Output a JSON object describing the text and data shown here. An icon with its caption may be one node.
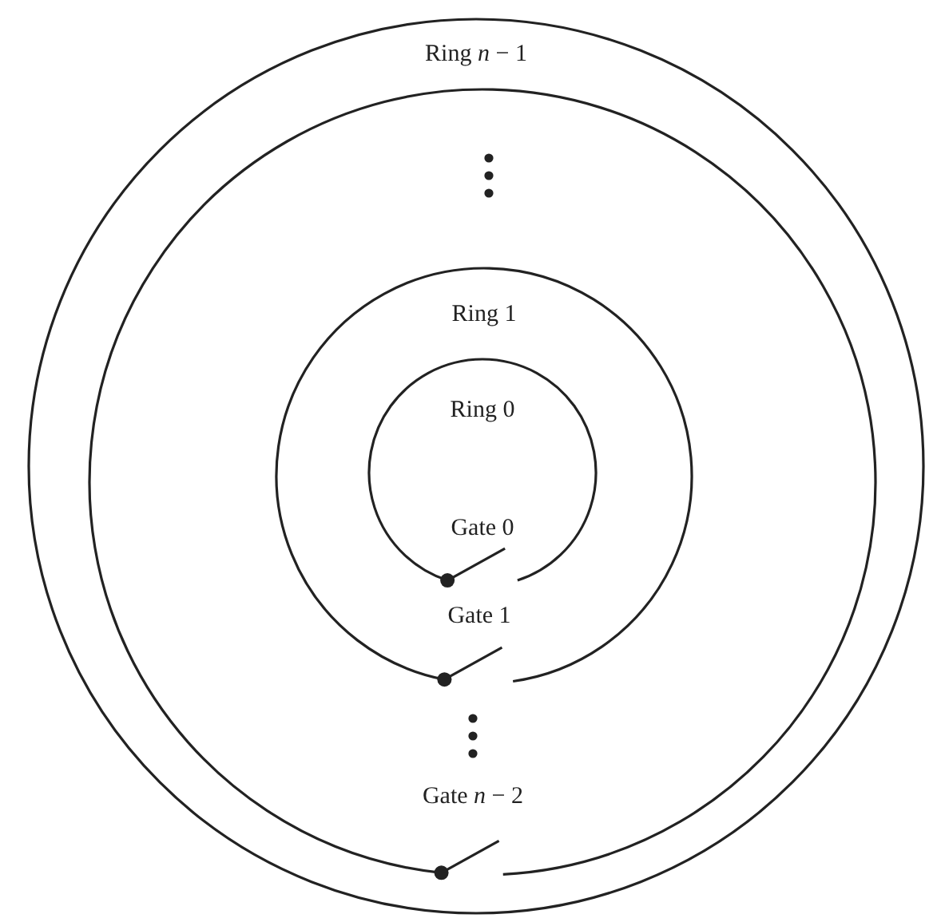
{
  "diagram": {
    "nodes": [
      {
        "text": [
          "Ring *n* − 1"
        ]
      },
      {
        "text": [
          "Ring 1"
        ],
        "in": 0
      },
      {
        "text": [
          "Ring 0"
        ],
        "in": 1
      }
    ],
    "labels": [
      "Gate 0",
      "Gate 1",
      "Gate *n* − 2"
    ]
  }
}
